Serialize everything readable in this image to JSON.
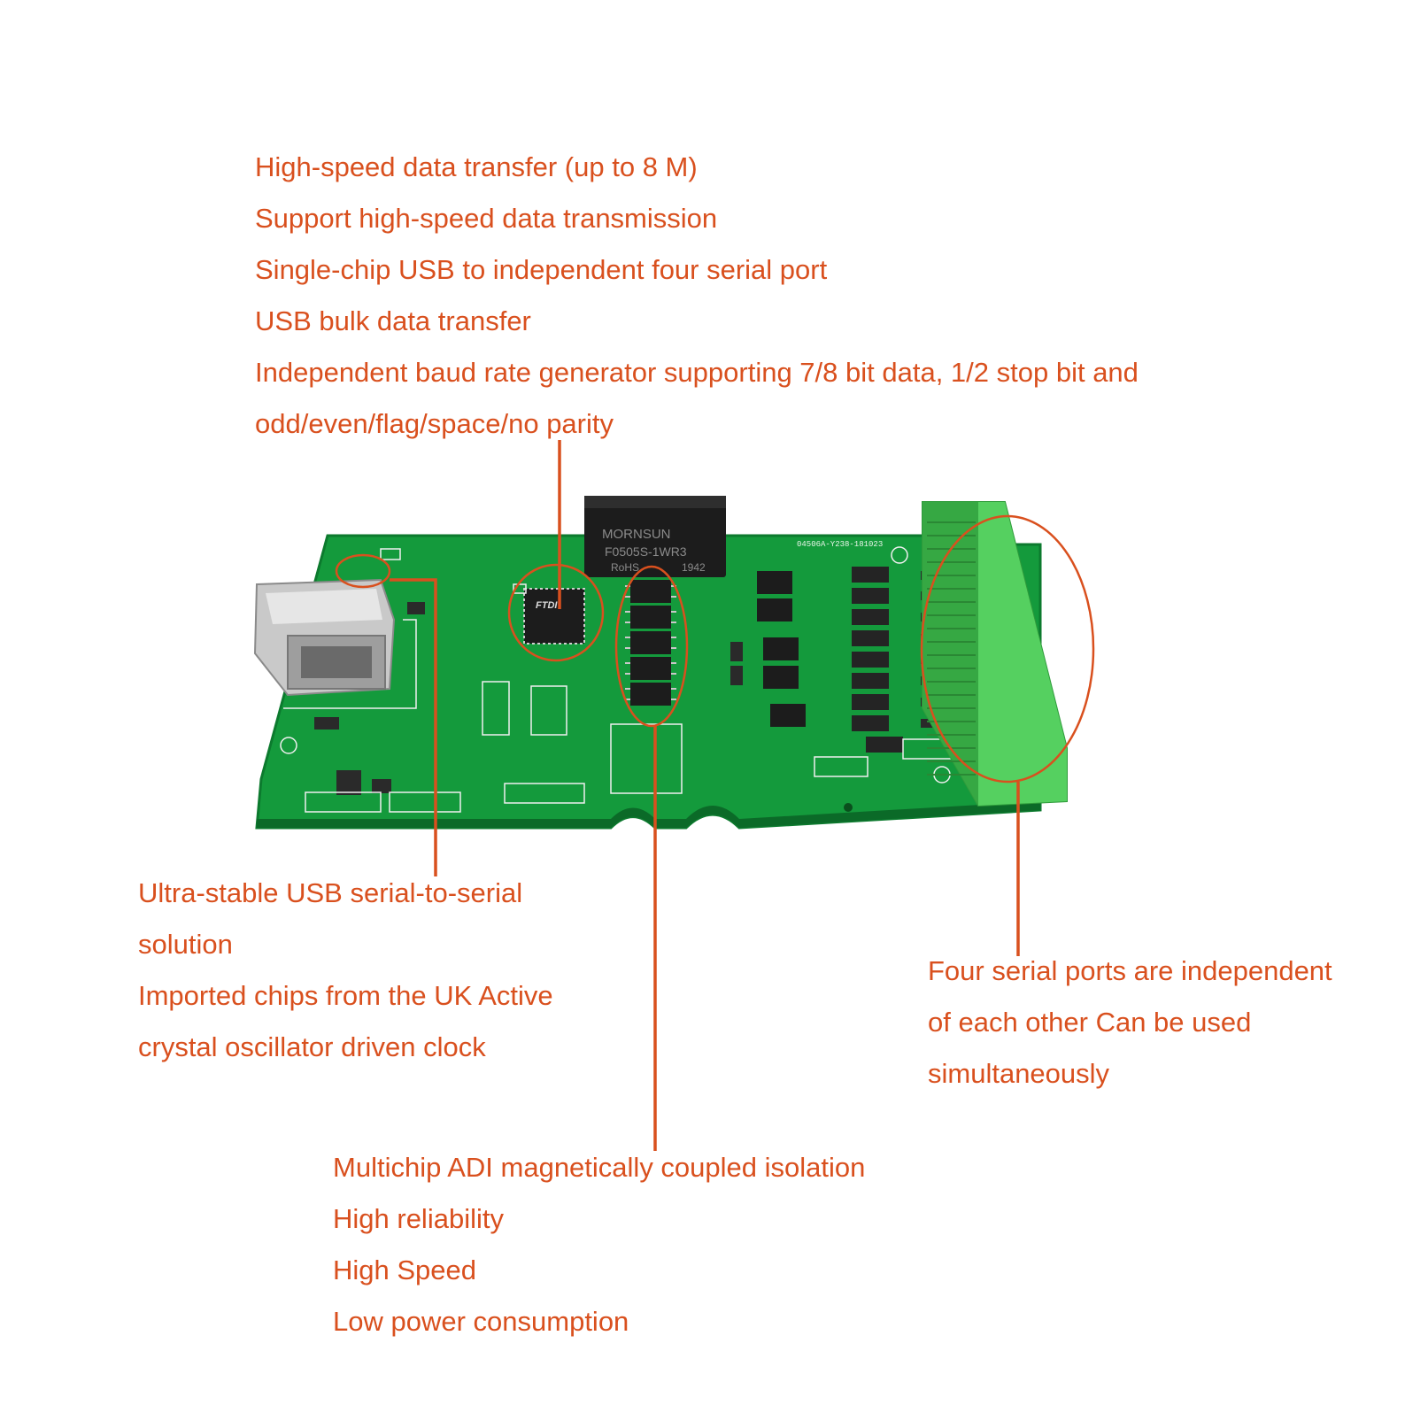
{
  "colors": {
    "annotation": "#d9501e",
    "pcb_green": "#149a3c",
    "terminal_green": "#46c050",
    "chip_black": "#1c1c1c"
  },
  "annotations": {
    "top": [
      "High-speed data transfer (up to 8 M)",
      "Support high-speed data transmission",
      "Single-chip USB to independent four serial port",
      "USB bulk data transfer",
      "Independent baud rate generator supporting 7/8 bit data, 1/2 stop bit and",
      "odd/even/flag/space/no parity"
    ],
    "left": [
      "Ultra-stable USB serial-to-serial",
      "solution",
      "Imported chips from the UK Active",
      "crystal oscillator driven clock"
    ],
    "right": [
      "Four serial ports are independent",
      "of each other Can be used",
      "simultaneously"
    ],
    "bottom": [
      "Multichip ADI magnetically coupled isolation",
      "High reliability",
      "High Speed",
      "Low power consumption"
    ]
  },
  "board_markings": {
    "module_brand": "MORNSUN",
    "module_model": "F0505S-1WR3",
    "module_rohs": "RoHS",
    "module_code": "1942",
    "chip_brand": "FTDI",
    "pcb_code": "04506A-Y238-181023"
  }
}
